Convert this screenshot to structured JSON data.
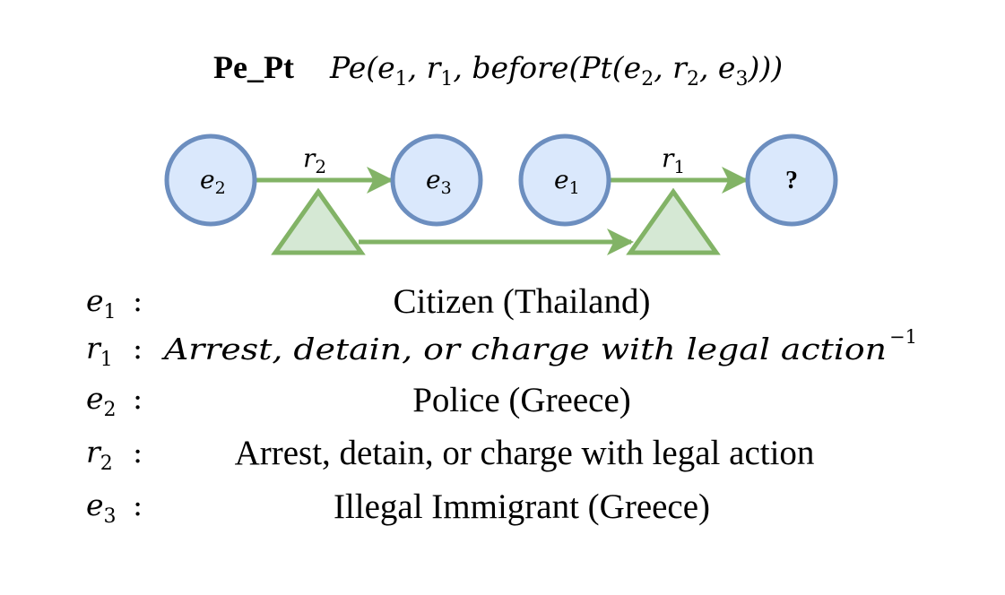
{
  "title": {
    "name": "Pe_Pt",
    "formula": "Pe(e1, r1, before(Pt(e2, r2, e3)))"
  },
  "colors": {
    "node_fill": "#dae8fc",
    "node_stroke": "#6c8ebf",
    "edge_stroke": "#82b366",
    "triangle_fill": "#d5e8d4"
  },
  "nodes": [
    {
      "id": "e2",
      "base": "e",
      "sub": "2"
    },
    {
      "id": "e3",
      "base": "e",
      "sub": "3"
    },
    {
      "id": "e1",
      "base": "e",
      "sub": "1"
    },
    {
      "id": "q",
      "base": "?",
      "sub": ""
    }
  ],
  "edges": [
    {
      "id": "r2",
      "base": "r",
      "sub": "2"
    },
    {
      "id": "r1",
      "base": "r",
      "sub": "1"
    }
  ],
  "legend": [
    {
      "sym": "e",
      "sub": "1",
      "text": "Citizen (Thailand)",
      "italic": false,
      "sup": ""
    },
    {
      "sym": "r",
      "sub": "1",
      "text": "Arrest, detain, or charge with legal action",
      "italic": true,
      "sup": "−1"
    },
    {
      "sym": "e",
      "sub": "2",
      "text": "Police (Greece)",
      "italic": false,
      "sup": ""
    },
    {
      "sym": "r",
      "sub": "2",
      "text": "Arrest, detain, or charge with legal action",
      "italic": false,
      "sup": ""
    },
    {
      "sym": "e",
      "sub": "3",
      "text": "Illegal Immigrant (Greece)",
      "italic": false,
      "sup": ""
    }
  ],
  "colon": ":"
}
